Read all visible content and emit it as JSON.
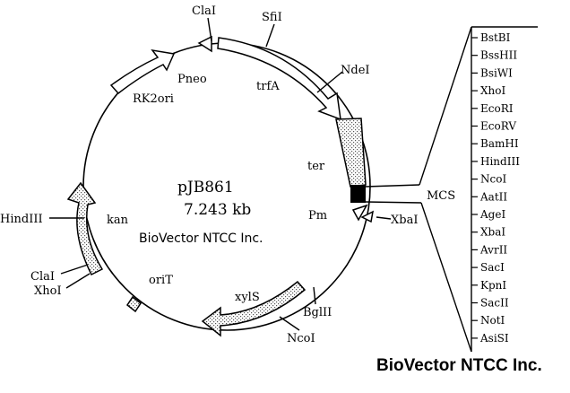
{
  "plasmid": {
    "name": "pJB861",
    "size": "7.243 kb"
  },
  "watermark": {
    "center": "BioVector NTCC Inc.",
    "corner": "BioVector NTCC Inc."
  },
  "features": {
    "trfA": "trfA",
    "ter": "ter",
    "pm": "Pm",
    "xylS": "xylS",
    "oriT": "oriT",
    "kan": "kan",
    "rk2ori": "RK2ori",
    "pneo": "Pneo"
  },
  "sites": {
    "clai_top": "ClaI",
    "sfii": "SfiI",
    "ndei": "NdeI",
    "xbai": "XbaI",
    "bglii": "BglII",
    "ncoi": "NcoI",
    "clai_left": "ClaI",
    "xhoi_left": "XhoI",
    "hindiii_left": "HindIII"
  },
  "mcs": {
    "label": "MCS",
    "items": [
      "BstBI",
      "BssHII",
      "BsiWI",
      "XhoI",
      "EcoRI",
      "EcoRV",
      "BamHI",
      "HindIII",
      "NcoI",
      "AatII",
      "AgeI",
      "XbaI",
      "AvrII",
      "SacI",
      "KpnI",
      "SacII",
      "NotI",
      "AsiSI"
    ]
  }
}
